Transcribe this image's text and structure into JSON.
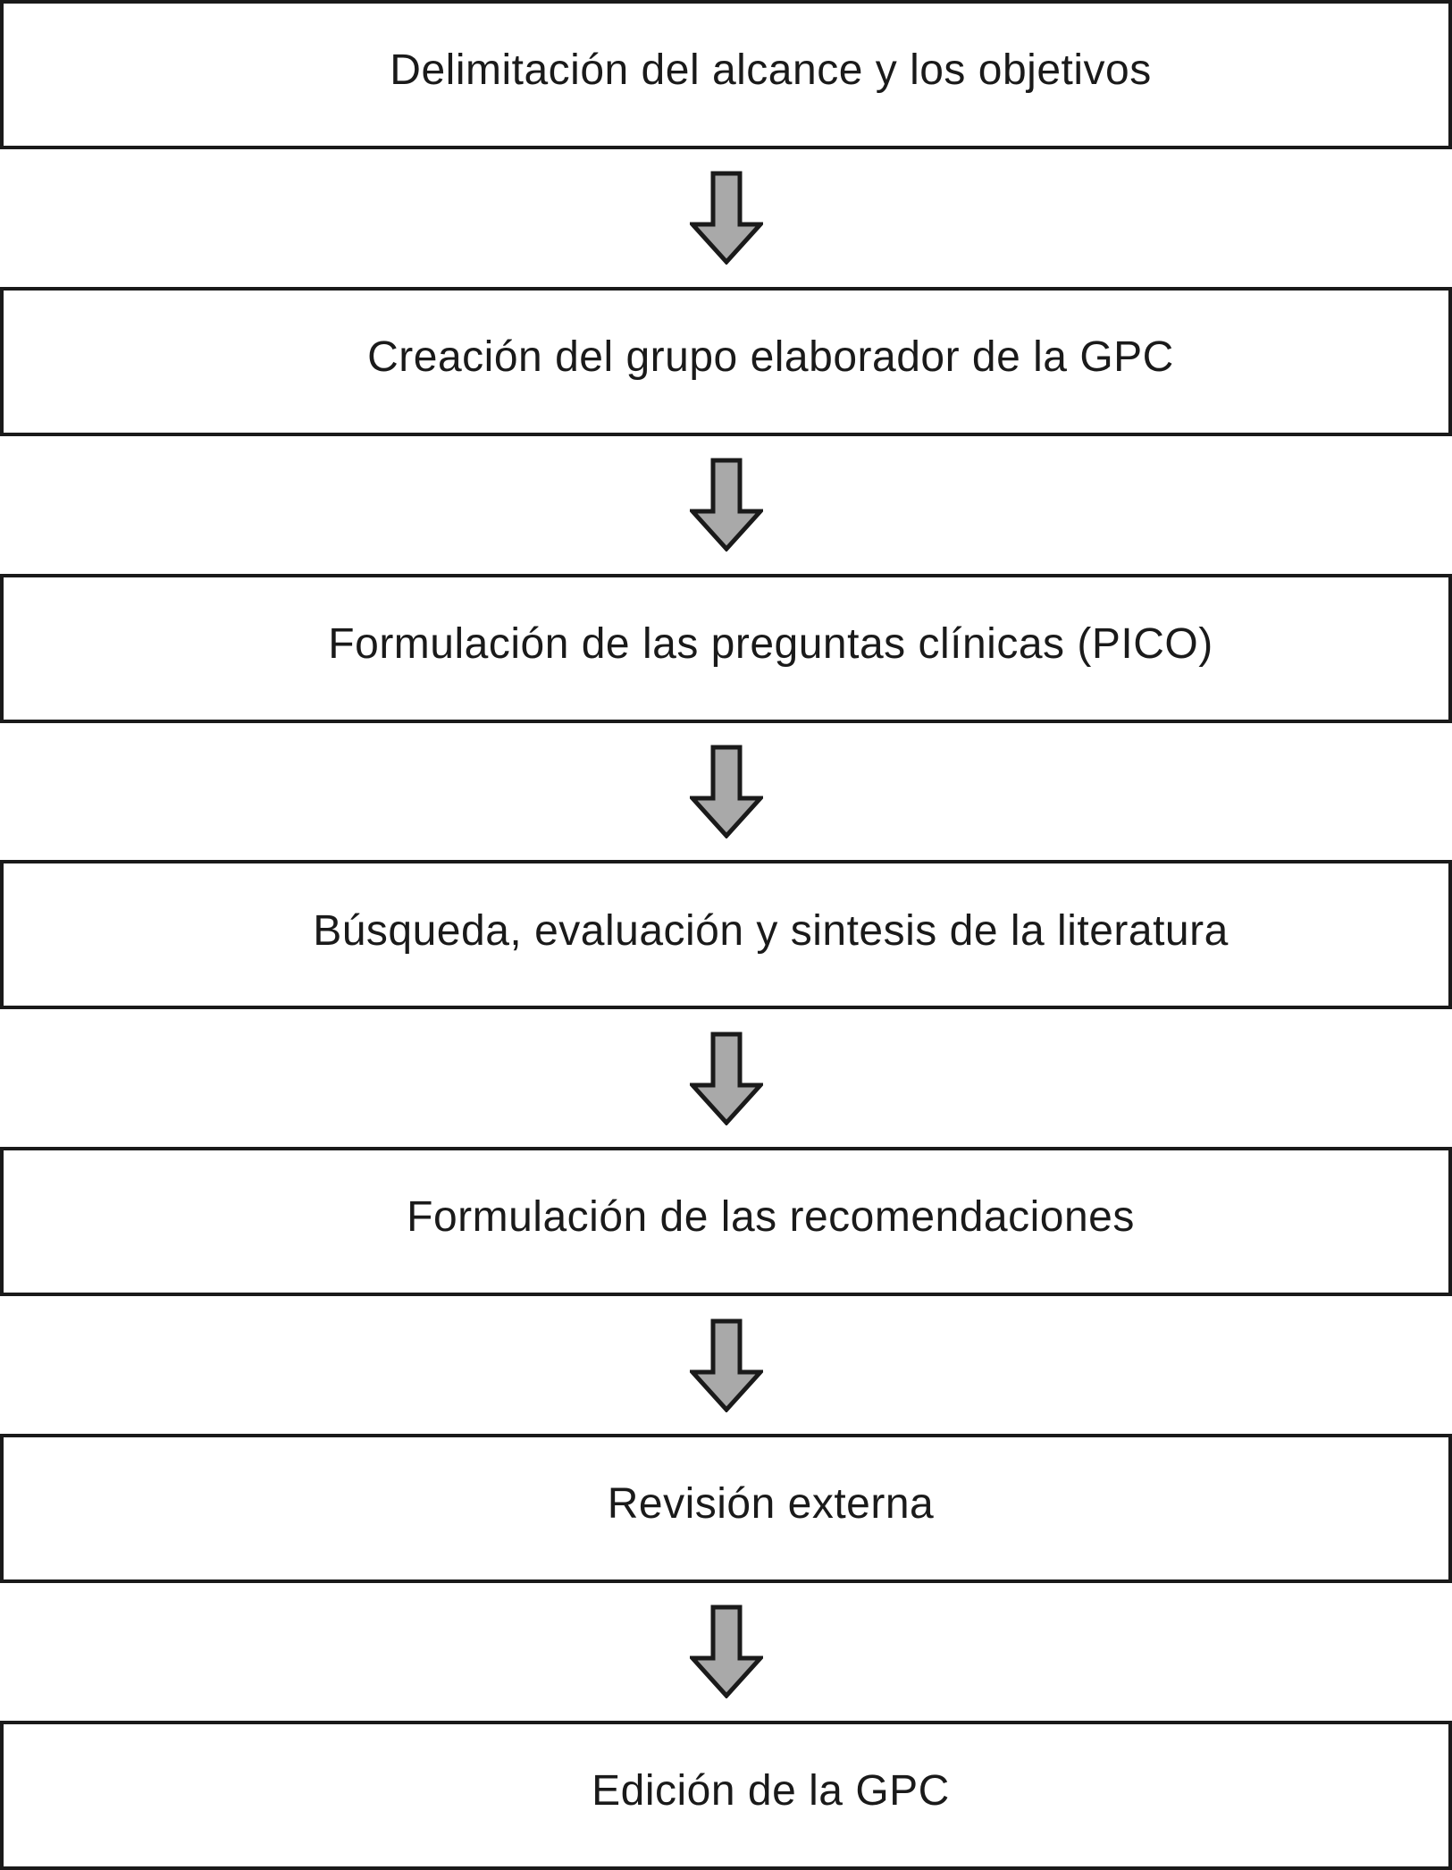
{
  "colors": {
    "page_bg": "#ffffff",
    "box_fill": "#ffffff",
    "box_border": "#1a1a1a",
    "text": "#1a1a1a",
    "arrow_fill": "#a9a9a9",
    "arrow_stroke": "#1a1a1a"
  },
  "diagram": {
    "type": "flowchart",
    "direction": "top-down",
    "connector": "arrow-down",
    "steps": [
      "Delimitación del alcance y los objetivos",
      "Creación del grupo elaborador de la GPC",
      "Formulación de las preguntas clínicas (PICO)",
      "Búsqueda, evaluación y sintesis de la literatura",
      "Formulación de las recomendaciones",
      "Revisión externa",
      "Edición de la GPC"
    ]
  }
}
